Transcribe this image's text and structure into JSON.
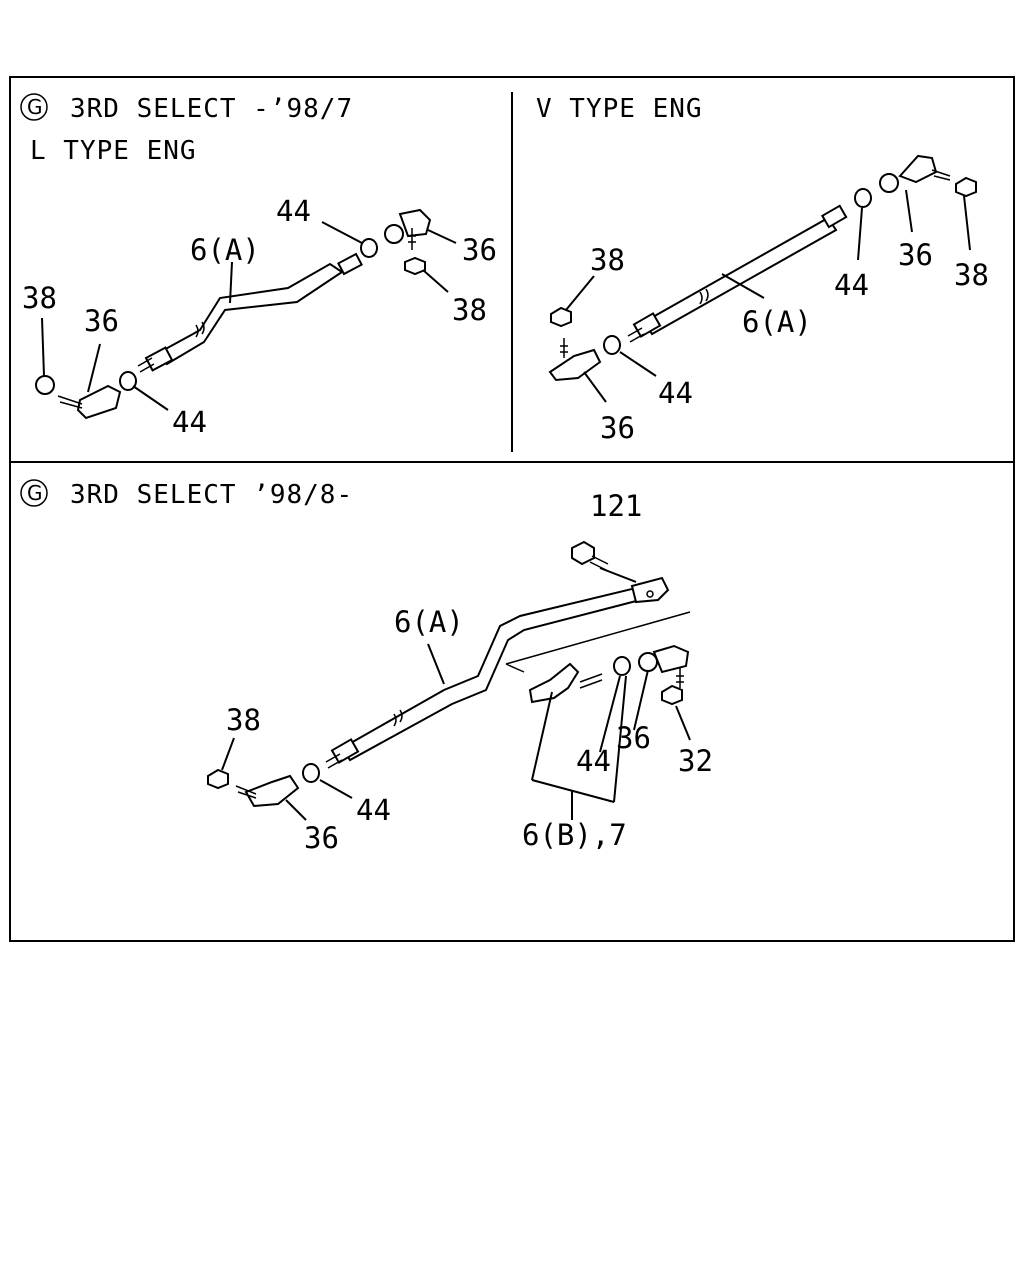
{
  "panels": {
    "top_left": {
      "circle_letter": "G",
      "title_line1": "3RD SELECT -’98/7",
      "title_line2": "L TYPE ENG",
      "labels": {
        "l44a": "44",
        "l36a": "36",
        "l6a": "6(A)",
        "l38a": "38",
        "l38b": "38",
        "l36b": "36",
        "l44b": "44"
      }
    },
    "top_right": {
      "title": "V TYPE ENG",
      "labels": {
        "l38a": "38",
        "l36a": "36",
        "l44a": "44",
        "l38b": "38",
        "l6a": "6(A)",
        "l44b": "44",
        "l36b": "36"
      }
    },
    "bottom": {
      "circle_letter": "G",
      "title": "3RD SELECT ’98/8-",
      "labels": {
        "l121": "121",
        "l6a": "6(A)",
        "l38": "38",
        "l44a": "44",
        "l36a": "36",
        "l44b": "44",
        "l36b": "36",
        "l32": "32",
        "l6b7": "6(B),7"
      }
    }
  }
}
